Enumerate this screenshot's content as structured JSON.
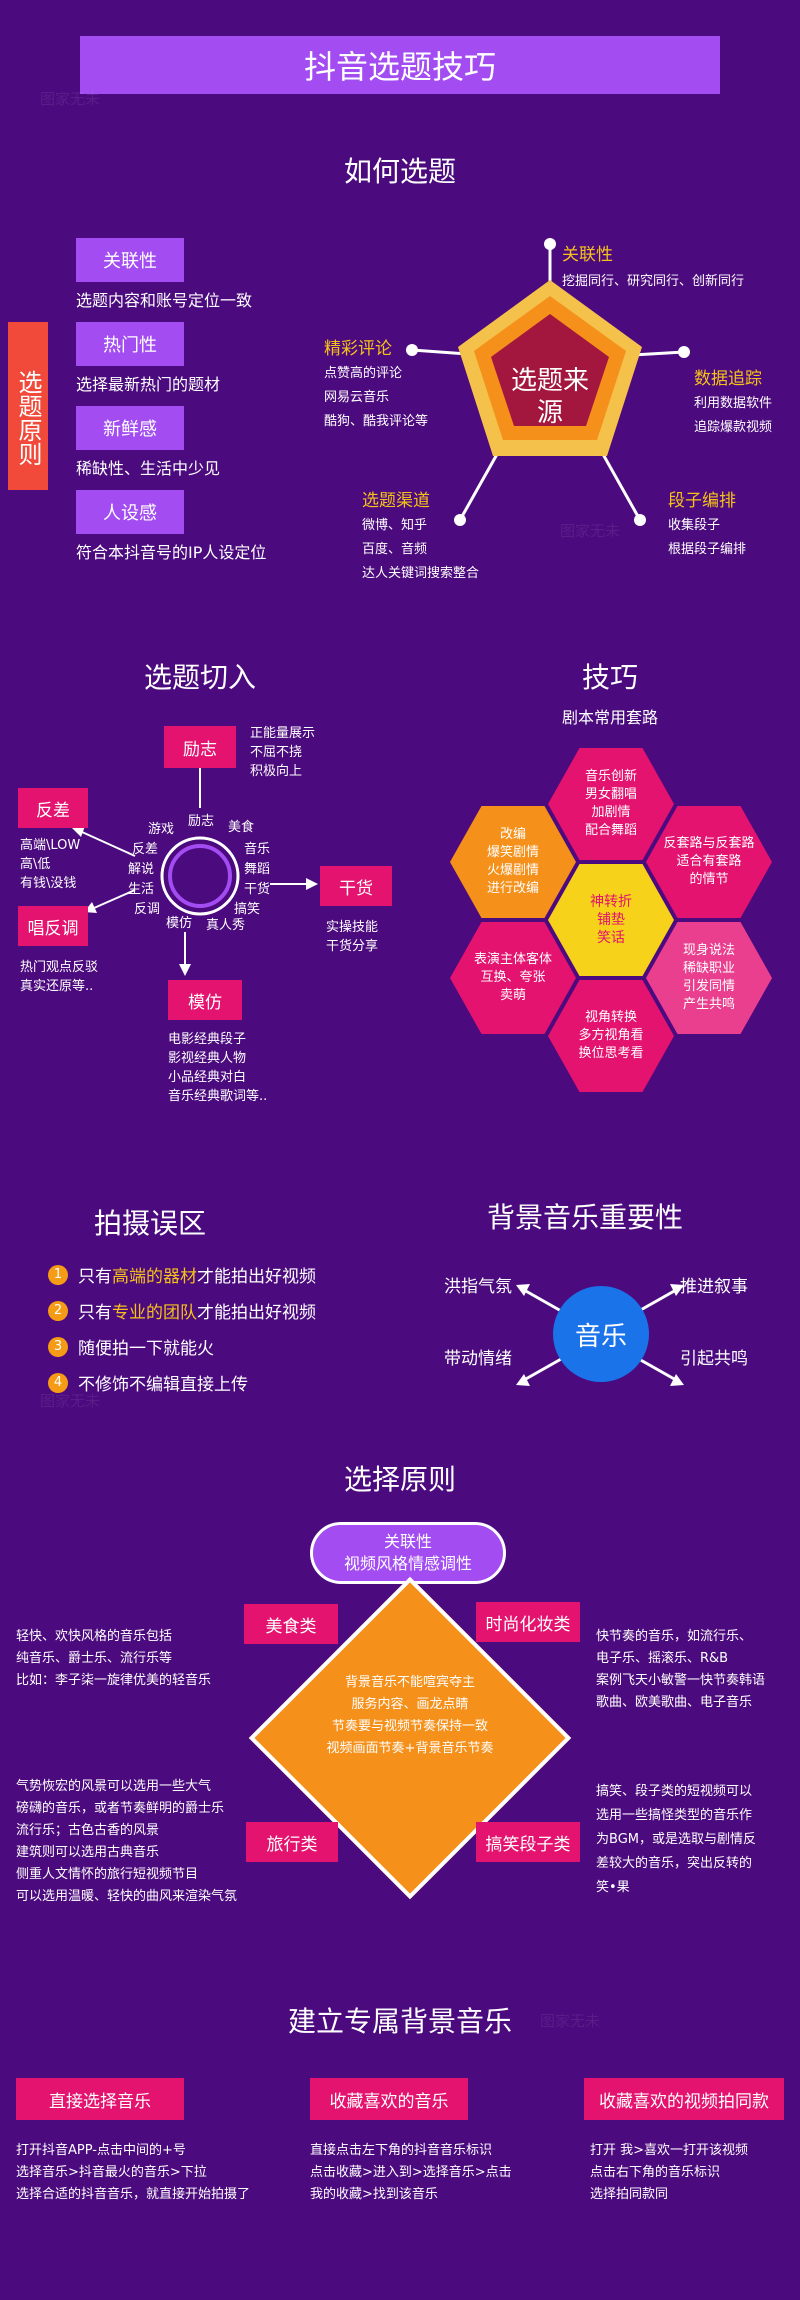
{
  "title": "抖音选题技巧",
  "sec1": {
    "title": "如何选题",
    "vertical": "选题原则",
    "principles": [
      {
        "label": "关联性",
        "desc": "选题内容和账号定位一致"
      },
      {
        "label": "热门性",
        "desc": "选择最新热门的题材"
      },
      {
        "label": "新鲜感",
        "desc": "稀缺性、生活中少见"
      },
      {
        "label": "人设感",
        "desc": "符合本抖音号的IP人设定位"
      }
    ],
    "center": "选题来源",
    "sources": [
      {
        "title": "关联性",
        "lines": [
          "挖掘同行、研究同行、创新同行"
        ]
      },
      {
        "title": "精彩评论",
        "lines": [
          "点赞高的评论",
          "网易云音乐",
          "酷狗、酷我评论等"
        ]
      },
      {
        "title": "数据追踪",
        "lines": [
          "利用数据软件",
          "追踪爆款视频"
        ]
      },
      {
        "title": "选题渠道",
        "lines": [
          "微博、知乎",
          "百度、音频",
          "达人关键词搜索整合"
        ]
      },
      {
        "title": "段子编排",
        "lines": [
          "收集段子",
          "根据段子编排"
        ]
      }
    ]
  },
  "sec2": {
    "title": "选题切入",
    "boxes": [
      "励志",
      "反差",
      "唱反调",
      "干货",
      "模仿"
    ],
    "lizhi_desc": [
      "正能量展示",
      "不屈不挠",
      "积极向上"
    ],
    "fancha_desc": [
      "高端\\LOW",
      "高\\低",
      "有钱\\没钱"
    ],
    "changfan_desc": [
      "热门观点反驳",
      "真实还原等.."
    ],
    "ganhuo_desc": [
      "实操技能",
      "干货分享"
    ],
    "mofang_desc": [
      "电影经典段子",
      "影视经典人物",
      "小品经典对白",
      "音乐经典歌词等.."
    ],
    "wheel": [
      "励志",
      "美食",
      "音乐",
      "舞蹈",
      "干货",
      "搞笑",
      "真人秀",
      "模仿",
      "反调",
      "生活",
      "解说",
      "反差",
      "游戏"
    ]
  },
  "sec3": {
    "title": "技巧",
    "subtitle": "剧本常用套路",
    "hexes": [
      "音乐创新\n男女翻唱\n加剧情\n配合舞蹈",
      "改编\n爆笑剧情\n火爆剧情\n进行改编",
      "神转折\n铺垫\n笑话",
      "反套路与反套路\n适合有套路\n的情节",
      "表演主体客体\n互换、夸张\n卖萌",
      "现身说法\n稀缺职业\n引发同情\n产生共鸣",
      "视角转换\n多方视角看\n换位思考看"
    ]
  },
  "sec4": {
    "title": "拍摄误区",
    "items": [
      {
        "n": "1",
        "pre": "只有",
        "hl": "高端的器材",
        "post": "才能拍出好视频"
      },
      {
        "n": "2",
        "pre": "只有",
        "hl": "专业的团队",
        "post": "才能拍出好视频"
      },
      {
        "n": "3",
        "pre": "随便拍一下就能火",
        "hl": "",
        "post": ""
      },
      {
        "n": "4",
        "pre": "不修饰不编辑直接上传",
        "hl": "",
        "post": ""
      }
    ]
  },
  "sec5": {
    "title": "背景音乐重要性",
    "center": "音乐",
    "labels": [
      "洪指气氛",
      "推进叙事",
      "带动情绪",
      "引起共鸣"
    ]
  },
  "sec6": {
    "title": "选择原则",
    "top": [
      "关联性",
      "视频风格情感调性"
    ],
    "center": [
      "背景音乐不能喧宾夺主",
      "服务内容、画龙点睛",
      "节奏要与视频节奏保持一致",
      "视频画面节奏+背景音乐节奏"
    ],
    "cats": [
      {
        "label": "美食类",
        "lines": [
          "轻快、欢快风格的音乐包括",
          "纯音乐、爵士乐、流行乐等",
          "比如：李子柒一旋律优美的轻音乐"
        ]
      },
      {
        "label": "时尚化妆类",
        "lines": [
          "快节奏的音乐，如流行乐、",
          "电子乐、摇滚乐、R&B",
          "案例飞天小敏警一快节奏韩语",
          "歌曲、欧美歌曲、电子音乐"
        ]
      },
      {
        "label": "旅行类",
        "lines": [
          "气势恢宏的风景可以选用一些大气",
          "磅礴的音乐，或者节奏鲜明的爵士乐",
          "流行乐；古色古香的风景",
          "建筑则可以选用古典音乐",
          "侧重人文情怀的旅行短视频节目",
          "可以选用温暖、轻快的曲风来渲染气氛"
        ]
      },
      {
        "label": "搞笑段子类",
        "lines": [
          "搞笑、段子类的短视频可以",
          "选用一些搞怪类型的音乐作",
          "为BGM，或是选取与剧情反",
          "差较大的音乐，突出反转的",
          "笑•果"
        ]
      }
    ]
  },
  "sec7": {
    "title": "建立专属背景音乐",
    "cols": [
      {
        "label": "直接选择音乐",
        "lines": [
          "打开抖音APP-点击中间的+号",
          "选择音乐>抖音最火的音乐>下拉",
          "选择合适的抖音音乐，就直接开始拍摄了"
        ]
      },
      {
        "label": "收藏喜欢的音乐",
        "lines": [
          "直接点击左下角的抖音音乐标识",
          "点击收藏>进入到>选择音乐>点击",
          "我的收藏>找到该音乐"
        ]
      },
      {
        "label": "收藏喜欢的视频拍同款",
        "lines": [
          "打开 我>喜欢一打开该视频",
          "点击右下角的音乐标识",
          "选择拍同款同"
        ]
      }
    ]
  },
  "colors": {
    "bg": "#4b0a7e",
    "purple": "#a24cf2",
    "magenta": "#e3136f",
    "orange": "#f6901a",
    "yellow": "#f6c21a",
    "blue": "#1a73e8"
  },
  "watermark": "图家无未"
}
